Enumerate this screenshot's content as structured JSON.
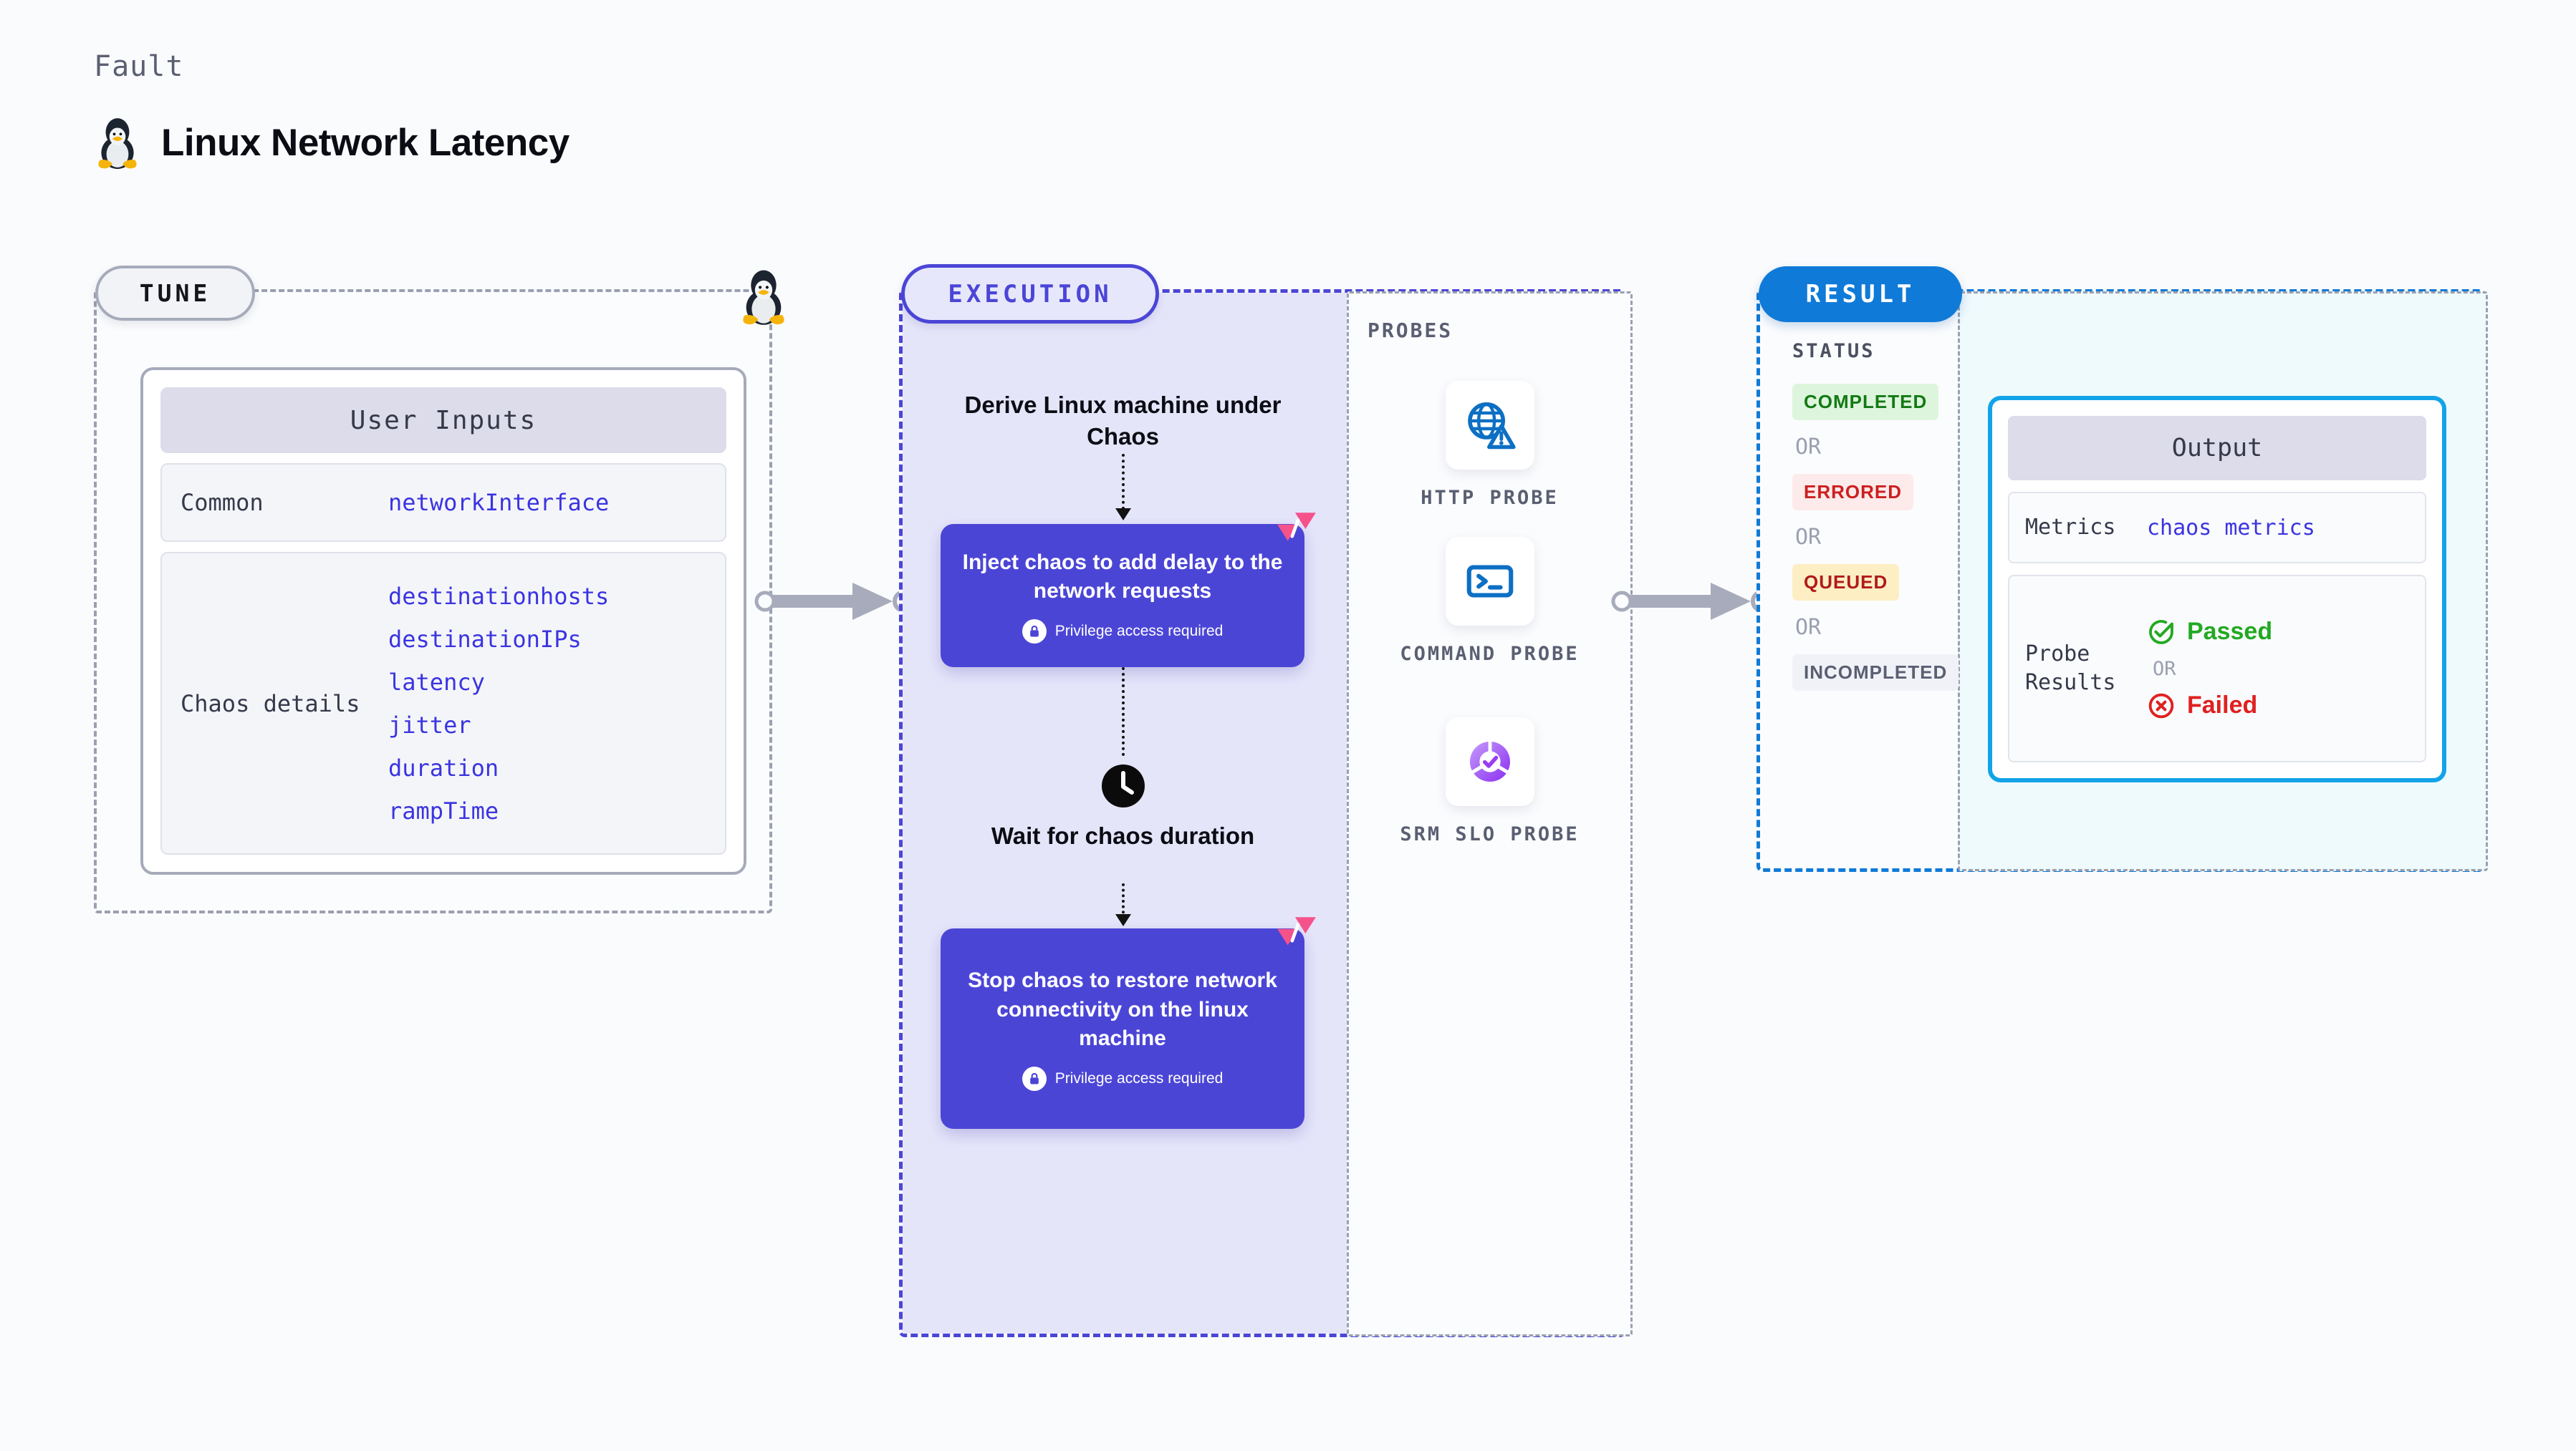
{
  "header": {
    "kicker": "Fault",
    "title": "Linux Network Latency",
    "os_icon": "tux-penguin-icon"
  },
  "tune": {
    "pill_label": "TUNE",
    "corner_icon": "tux-penguin-icon",
    "card": {
      "heading": "User Inputs",
      "rows": [
        {
          "label": "Common",
          "values": [
            "networkInterface"
          ]
        },
        {
          "label": "Chaos details",
          "values": [
            "destinationhosts",
            "destinationIPs",
            "latency",
            "jitter",
            "duration",
            "rampTime"
          ]
        }
      ]
    }
  },
  "execution": {
    "pill_label": "EXECUTION",
    "flow_title": "Derive Linux machine under Chaos",
    "nodes": [
      {
        "title": "Inject chaos to add delay to the network requests",
        "sub": "Privilege access required",
        "sub_icon": "lock-icon",
        "corner_icon": "harness-flag-icon"
      },
      {
        "title": "Stop chaos to restore network connectivity on the linux machine",
        "sub": "Privilege access required",
        "sub_icon": "lock-icon",
        "corner_icon": "harness-flag-icon"
      }
    ],
    "wait": {
      "icon": "clock-icon",
      "label": "Wait for chaos duration"
    }
  },
  "probes": {
    "title": "PROBES",
    "items": [
      {
        "label": "HTTP  PROBE",
        "icon": "globe-warning-icon"
      },
      {
        "label": "COMMAND PROBE",
        "icon": "terminal-icon"
      },
      {
        "label": "SRM  SLO PROBE",
        "icon": "slo-gauge-check-icon"
      }
    ]
  },
  "result": {
    "pill_label": "RESULT",
    "status": {
      "heading": "STATUS",
      "or_label": "OR",
      "badges": [
        {
          "label": "COMPLETED",
          "bg": "#ddf5dd",
          "fg": "#137a13"
        },
        {
          "label": "ERRORED",
          "bg": "#fdeaea",
          "fg": "#cc1f1f"
        },
        {
          "label": "QUEUED",
          "bg": "#fdeec3",
          "fg": "#b01b1b"
        },
        {
          "label": "INCOMPLETED",
          "bg": "#f1f2f7",
          "fg": "#5a5f72"
        }
      ]
    },
    "output": {
      "heading": "Output",
      "metrics_label": "Metrics",
      "metrics_value": "chaos metrics",
      "probe_results_label": "Probe Results",
      "or_label": "OR",
      "passed_label": "Passed",
      "passed_icon": "check-circle-icon",
      "passed_color": "#22a922",
      "failed_label": "Failed",
      "failed_icon": "x-circle-icon",
      "failed_color": "#e02020"
    }
  },
  "colors": {
    "accent_purple": "#4b45d6",
    "accent_blue": "#0f7ad8",
    "accent_cyan": "#12a3e8",
    "flag_pink": "#f5528b",
    "exec_fill": "#e5e5fa",
    "result_fill": "#effafd",
    "page_bg": "#fafbfd"
  }
}
